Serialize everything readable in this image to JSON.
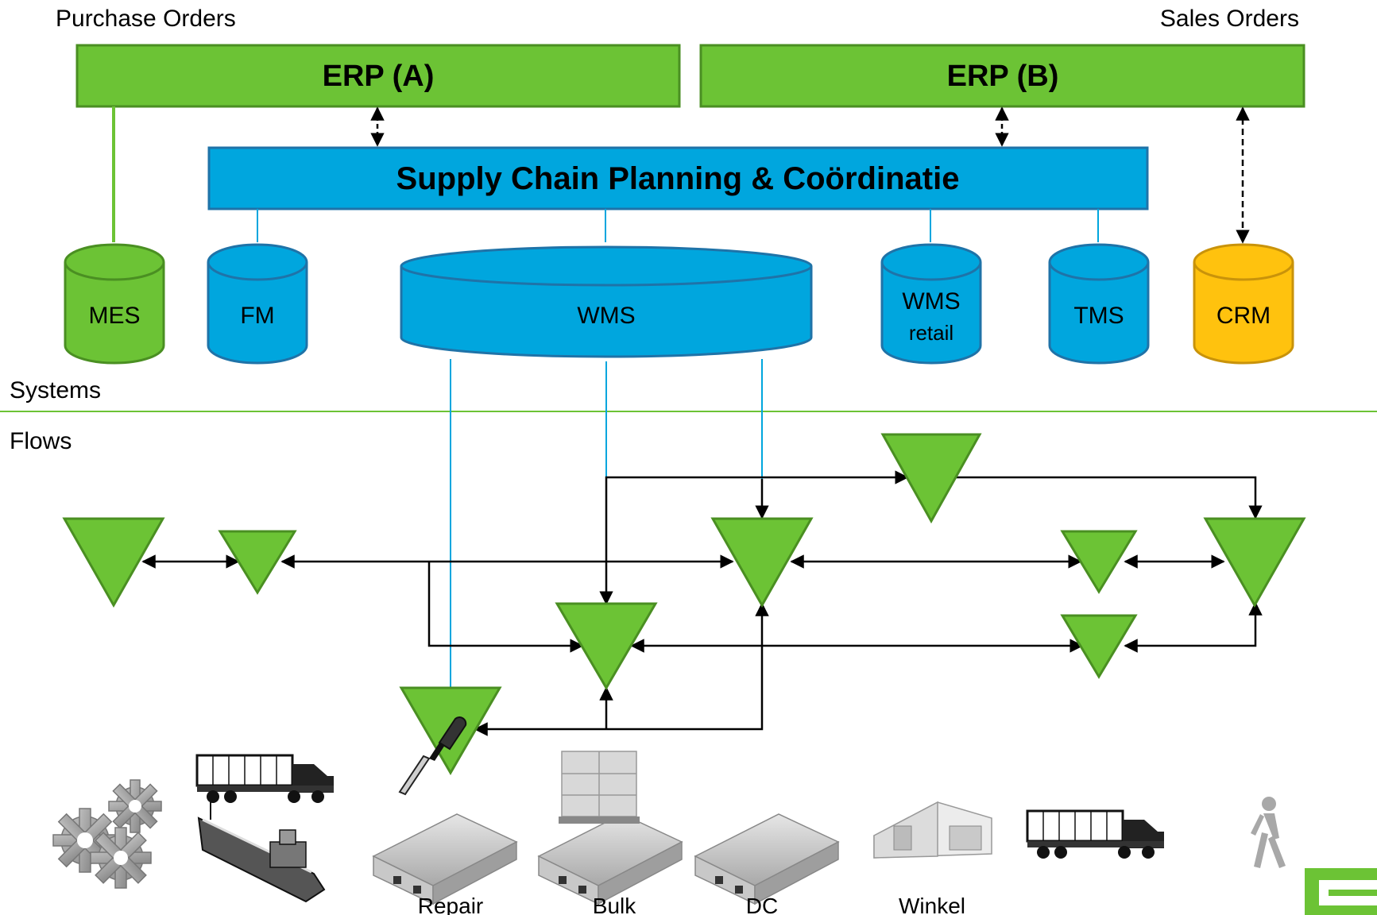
{
  "header": {
    "left_label": "Purchase Orders",
    "right_label": "Sales Orders"
  },
  "systems_section": {
    "label": "Systems",
    "erp_a": "ERP (A)",
    "erp_b": "ERP (B)",
    "planning": "Supply Chain  Planning & Coördinatie",
    "mes": "MES",
    "fm": "FM",
    "wms": "WMS",
    "wms_retail_top": "WMS",
    "wms_retail_bottom": "retail",
    "tms": "TMS",
    "crm": "CRM"
  },
  "flows_section": {
    "label": "Flows"
  },
  "bottom_labels": {
    "repair": "Repair",
    "bulk": "Bulk",
    "dc": "DC",
    "winkel": "Winkel"
  },
  "icons": [
    "gears-icon",
    "truck-icon",
    "ship-icon",
    "screwdriver-icon",
    "warehouse-icon",
    "pallet-icon",
    "store-icon",
    "person-walking-icon",
    "logo-icon"
  ],
  "colors": {
    "green": "#6cc335",
    "green_dark": "#4a8f22",
    "blue": "#00a6de",
    "blue_dark": "#1f73a8",
    "yellow": "#ffc20e",
    "yellow_dark": "#c9930a",
    "divider": "#6cc335"
  }
}
